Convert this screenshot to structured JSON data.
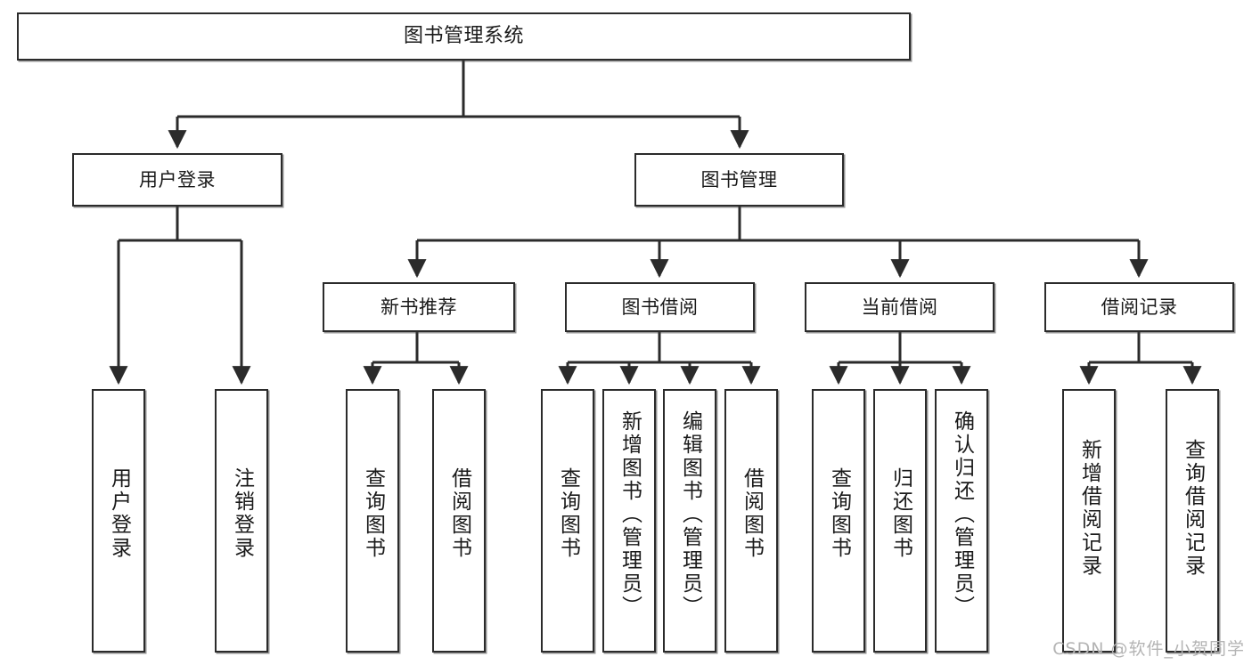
{
  "diagram": {
    "title": "图书管理系统",
    "type": "tree-hierarchy",
    "watermark": "CSDN @软件_小贺同学",
    "colors": {
      "node_border": "#2b2b2b",
      "node_fill": "#ffffff",
      "edge": "#2b2b2b",
      "text": "#1a1a1a",
      "watermark": "#b4b4b4",
      "background": "#ffffff"
    },
    "nodes": {
      "root": {
        "label": "图书管理系统"
      },
      "level2": [
        {
          "label": "用户登录"
        },
        {
          "label": "图书管理"
        }
      ],
      "level3": [
        {
          "label": "新书推荐"
        },
        {
          "label": "图书借阅"
        },
        {
          "label": "当前借阅"
        },
        {
          "label": "借阅记录"
        }
      ],
      "leaves_user_login": [
        {
          "label": "用户登录"
        },
        {
          "label": "注销登录"
        }
      ],
      "leaves_new_book": [
        {
          "label": "查询图书"
        },
        {
          "label": "借阅图书"
        }
      ],
      "leaves_borrow": [
        {
          "label": "查询图书"
        },
        {
          "label": "新增图书（管理员）"
        },
        {
          "label": "编辑图书（管理员）"
        },
        {
          "label": "借阅图书"
        }
      ],
      "leaves_current": [
        {
          "label": "查询图书"
        },
        {
          "label": "归还图书"
        },
        {
          "label": "确认归还（管理员）"
        }
      ],
      "leaves_records": [
        {
          "label": "新增借阅记录"
        },
        {
          "label": "查询借阅记录"
        }
      ]
    }
  }
}
